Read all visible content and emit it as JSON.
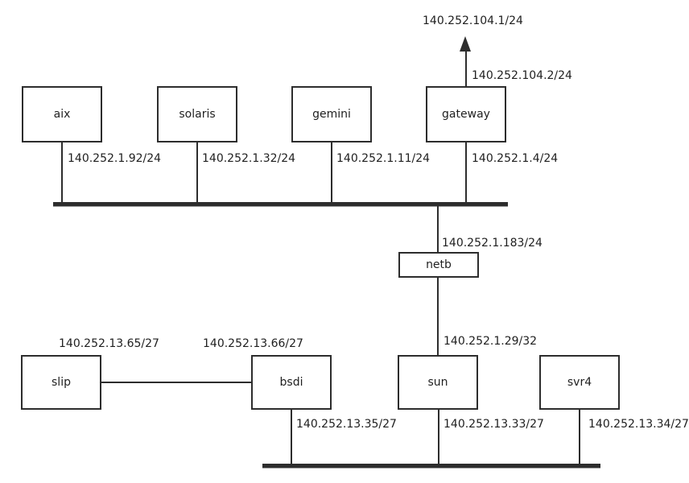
{
  "diagram": {
    "kind": "network-topology",
    "colors": {
      "line": "#2d2d2d",
      "text": "#1f1f1f",
      "box_background": "#ffffff",
      "page_background": "#ffffff"
    },
    "external": {
      "uplink_ip": "140.252.104.1/24"
    },
    "nodes": {
      "aix": {
        "label": "aix",
        "lan_ip": "140.252.1.92/24"
      },
      "solaris": {
        "label": "solaris",
        "lan_ip": "140.252.1.32/24"
      },
      "gemini": {
        "label": "gemini",
        "lan_ip": "140.252.1.11/24"
      },
      "gateway": {
        "label": "gateway",
        "lan_ip": "140.252.1.4/24",
        "wan_ip": "140.252.104.2/24"
      },
      "netb": {
        "label": "netb",
        "lan_ip": "140.252.1.183/24"
      },
      "sun": {
        "label": "sun",
        "uplink_ip": "140.252.1.29/32",
        "lan_ip": "140.252.13.33/27"
      },
      "slip": {
        "label": "slip",
        "link_ip": "140.252.13.65/27"
      },
      "bsdi": {
        "label": "bsdi",
        "link_ip": "140.252.13.66/27",
        "lan_ip": "140.252.13.35/27"
      },
      "svr4": {
        "label": "svr4",
        "lan_ip": "140.252.13.34/27"
      }
    }
  }
}
